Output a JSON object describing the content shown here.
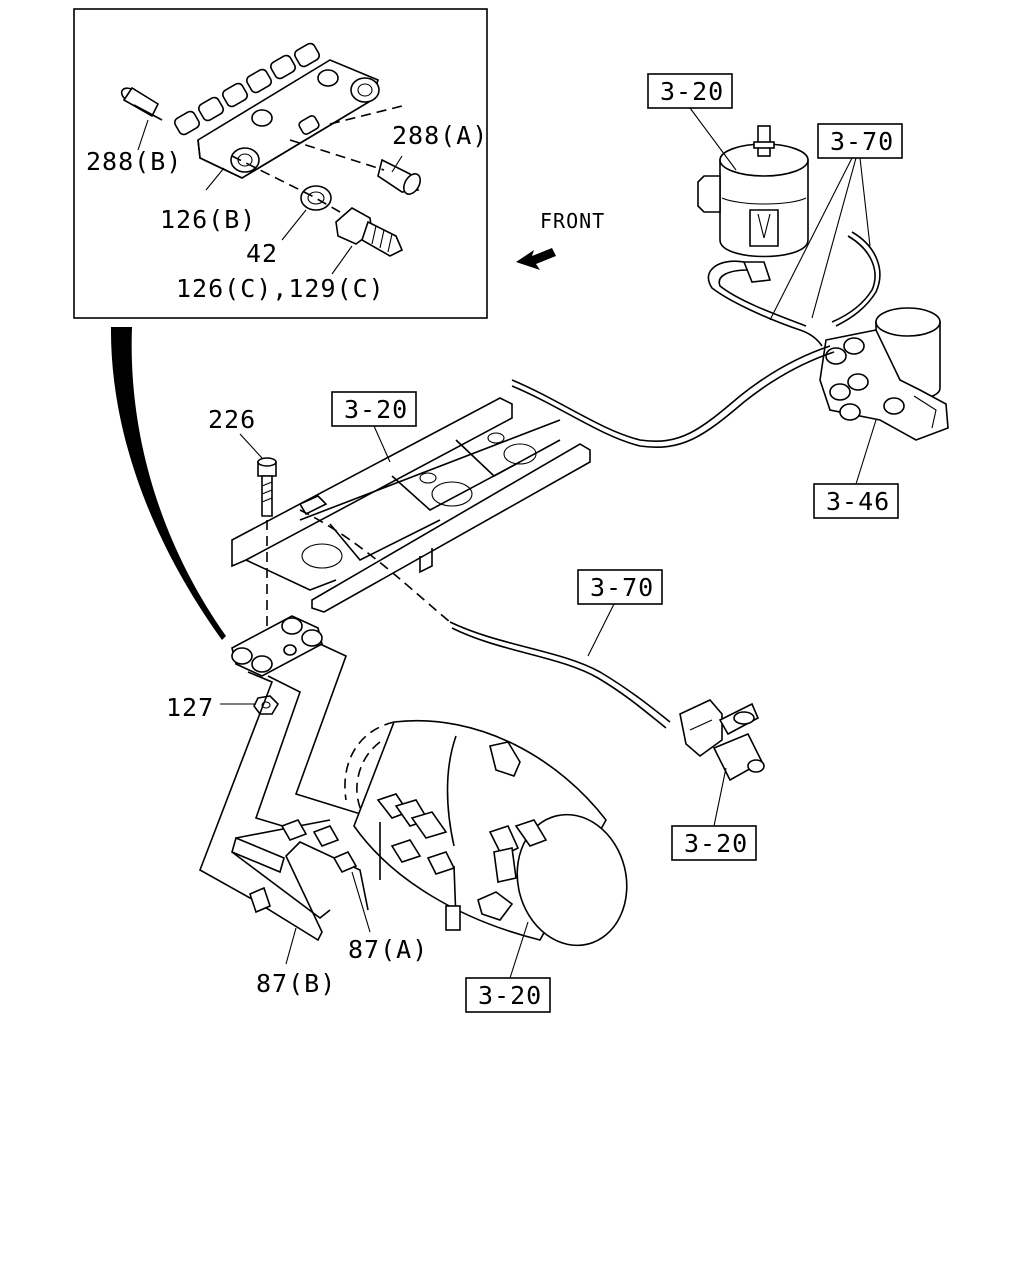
{
  "inset": {
    "labels": {
      "p288b": "288(B)",
      "p288a": "288(A)",
      "p126b": "126(B)",
      "p42": "42",
      "p126c129c": "126(C),129(C)"
    }
  },
  "direction": {
    "front": "FRONT"
  },
  "callouts": {
    "p226": "226",
    "p127": "127",
    "p87a": "87(A)",
    "p87b": "87(B)"
  },
  "references": {
    "ref_dryer_tank": "3-20",
    "ref_pipes_top": "3-70",
    "ref_frame": "3-20",
    "ref_dryer": "3-46",
    "ref_pipe_mid": "3-70",
    "ref_valve": "3-20",
    "ref_tank": "3-20"
  },
  "colors": {
    "ink": "#000000",
    "background": "#ffffff"
  }
}
